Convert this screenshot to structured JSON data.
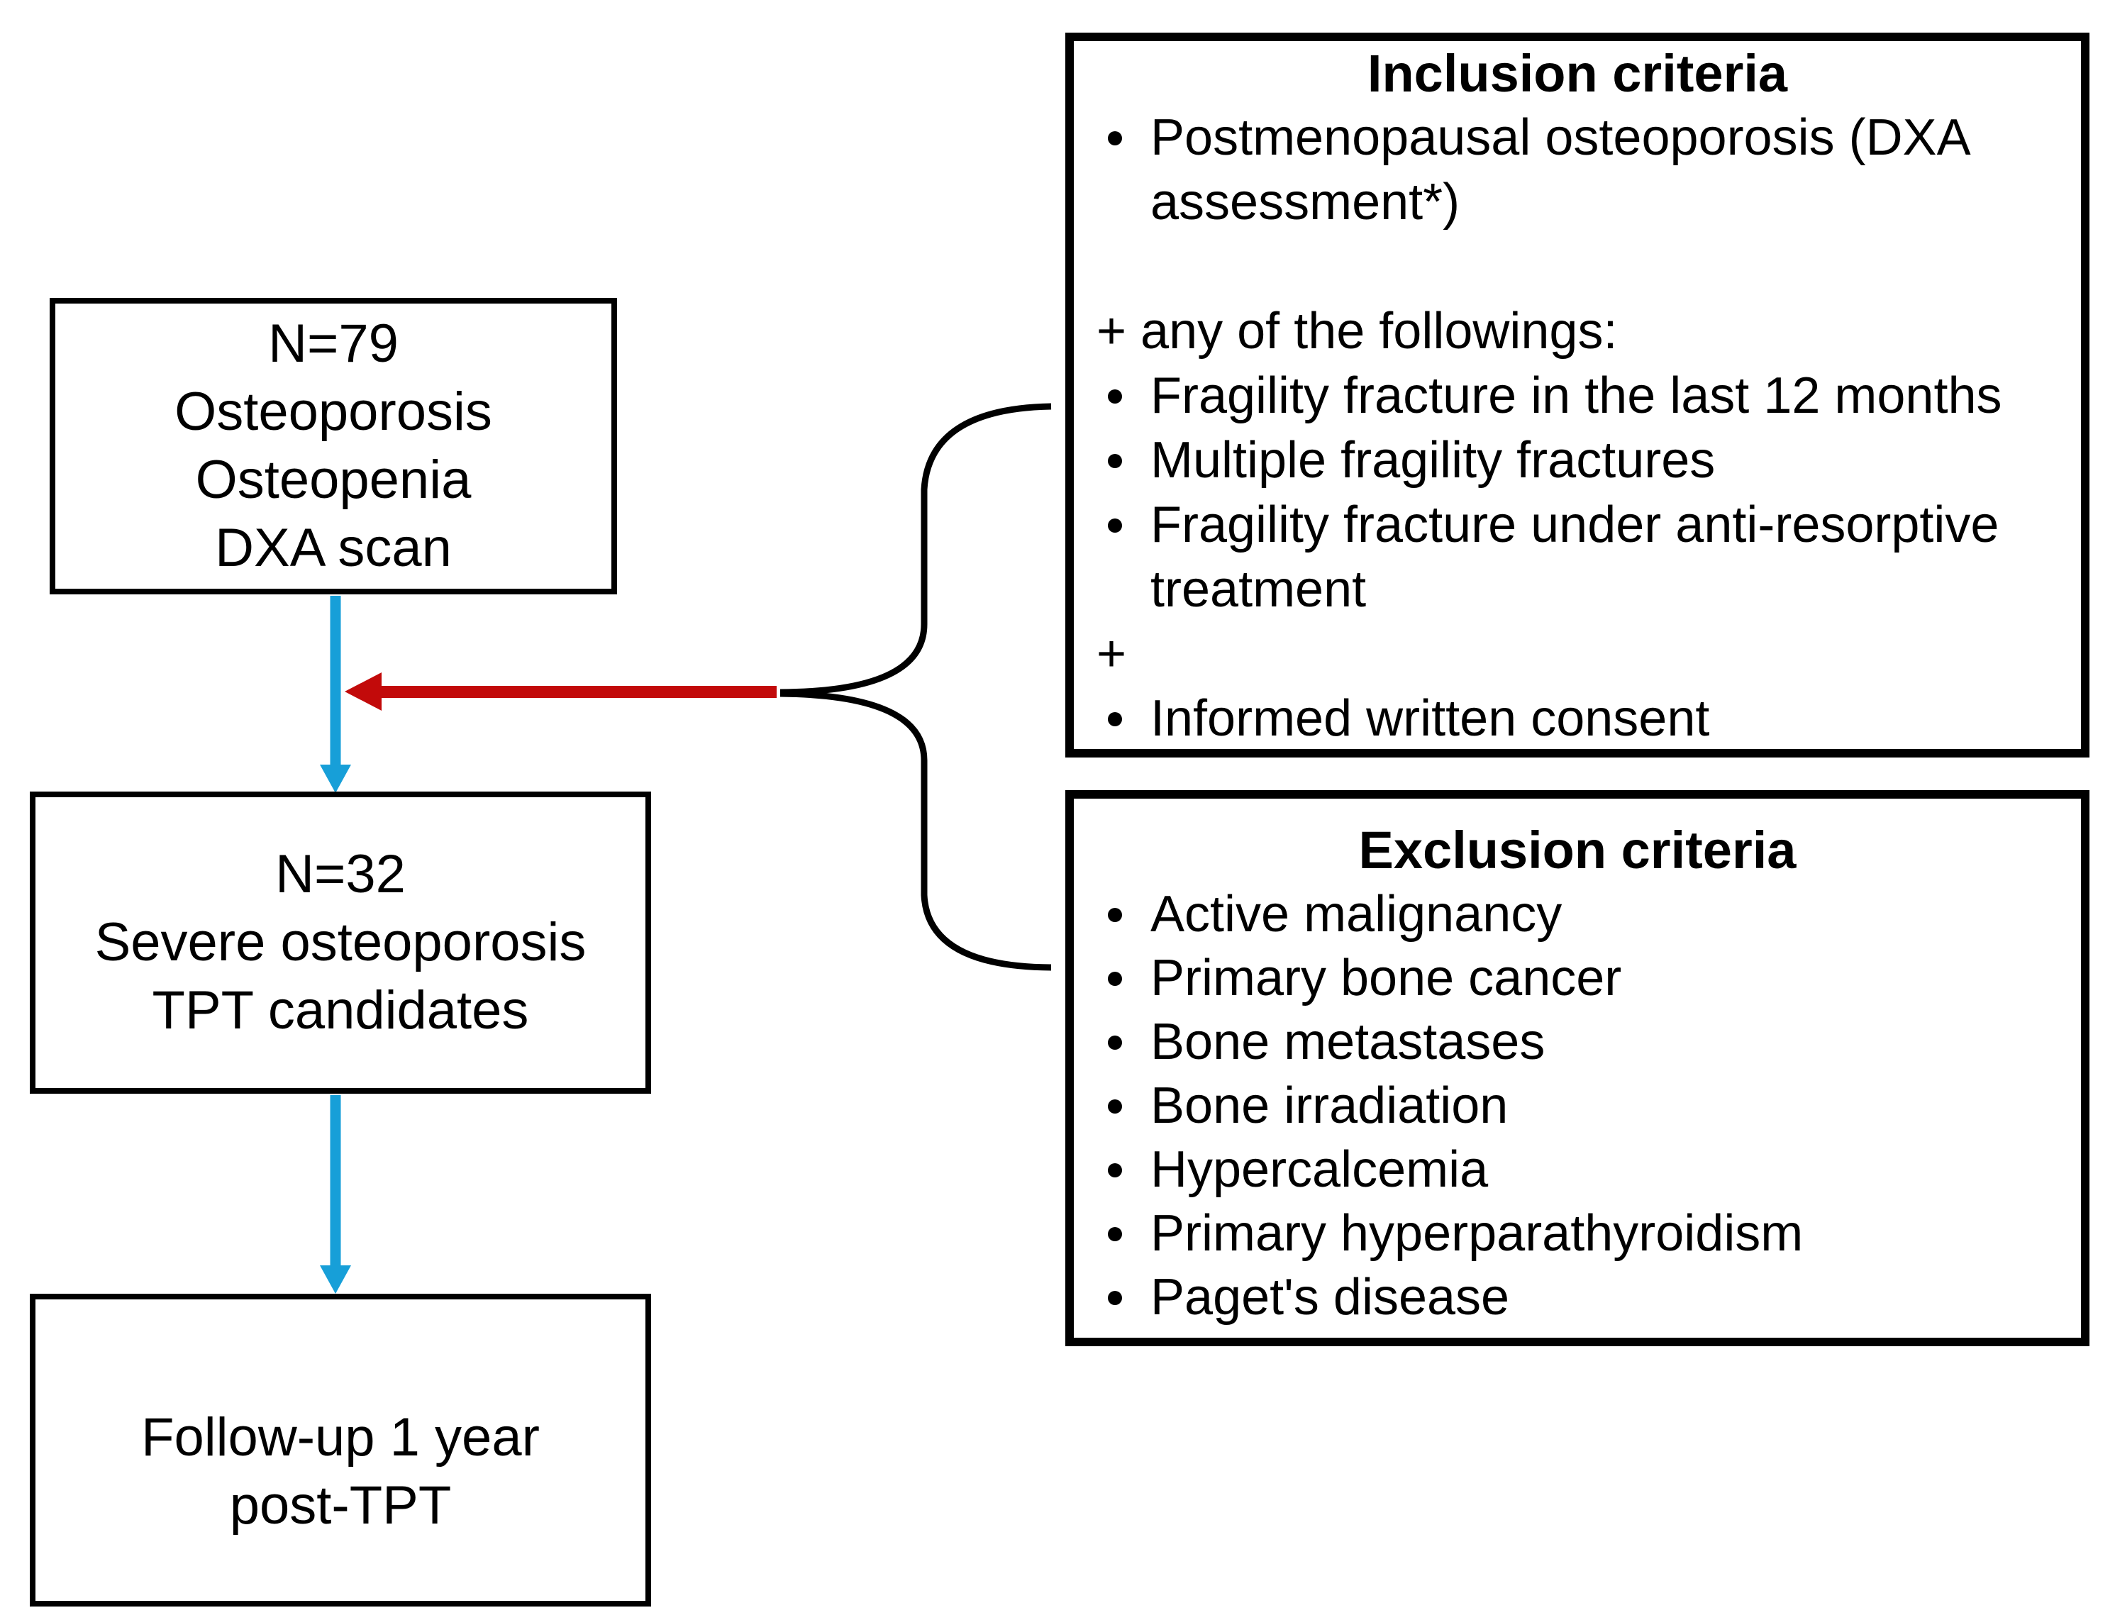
{
  "colors": {
    "arrow_blue": "#179FD8",
    "arrow_red": "#C20A0A",
    "line_black": "#000000"
  },
  "box1": {
    "lines": [
      "N=79",
      "Osteoporosis",
      "Osteopenia",
      "DXA scan"
    ]
  },
  "box2": {
    "lines": [
      "N=32",
      "Severe osteoporosis",
      "TPT candidates"
    ]
  },
  "box3": {
    "lines": [
      "Follow-up 1 year",
      "post-TPT"
    ]
  },
  "inclusion": {
    "title": "Inclusion criteria",
    "items": [
      {
        "type": "bullet",
        "text": "Postmenopausal osteoporosis (DXA assessment*)"
      },
      {
        "type": "spacer",
        "text": ""
      },
      {
        "type": "plain",
        "text": "+ any of the followings:"
      },
      {
        "type": "bullet",
        "text": "Fragility fracture in the last 12 months"
      },
      {
        "type": "bullet",
        "text": "Multiple fragility fractures"
      },
      {
        "type": "bullet",
        "text": "Fragility fracture under anti-resorptive treatment"
      },
      {
        "type": "plain",
        "text": "+"
      },
      {
        "type": "bullet",
        "text": "Informed written consent"
      }
    ]
  },
  "exclusion": {
    "title": "Exclusion criteria",
    "items": [
      {
        "type": "bullet",
        "text": "Active malignancy"
      },
      {
        "type": "bullet",
        "text": "Primary bone cancer"
      },
      {
        "type": "bullet",
        "text": "Bone metastases"
      },
      {
        "type": "bullet",
        "text": "Bone irradiation"
      },
      {
        "type": "bullet",
        "text": "Hypercalcemia"
      },
      {
        "type": "bullet",
        "text": "Primary hyperparathyroidism"
      },
      {
        "type": "bullet",
        "text": "Paget's disease"
      }
    ]
  }
}
